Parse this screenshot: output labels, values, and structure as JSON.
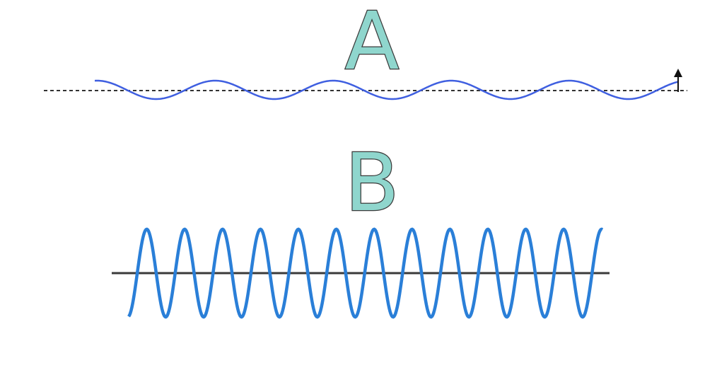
{
  "panels": [
    {
      "label": "A",
      "wave": {
        "cycles": 5,
        "relative_amplitude": "low"
      },
      "baseline": "dashed"
    },
    {
      "label": "B",
      "wave": {
        "cycles": 12,
        "relative_amplitude": "high"
      },
      "baseline": "solid"
    }
  ],
  "colors": {
    "letter_fill": "#8fd6cd",
    "letter_stroke": "#3a3a3a",
    "wave_a": "#3f5fe0",
    "wave_b": "#2a7fd8",
    "baseline_a": "#333333",
    "baseline_b": "#3a3a3a",
    "arrow": "#111111"
  },
  "icons": {
    "panel_a_marker": "up-arrow-icon"
  }
}
